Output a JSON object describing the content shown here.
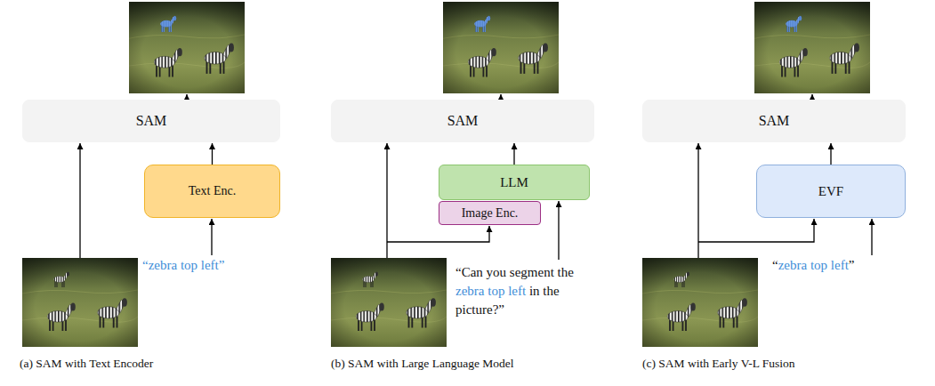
{
  "diagram": {
    "nodes": [
      {
        "text": [
          "SAM"
        ]
      },
      {
        "text": [
          "Text Enc."
        ]
      },
      {
        "text": [
          "SAM"
        ]
      },
      {
        "text": [
          "LLM"
        ]
      },
      {
        "text": [
          "Image Enc."
        ]
      },
      {
        "text": [
          "SAM"
        ]
      },
      {
        "text": [
          "EVF"
        ]
      }
    ],
    "edges": [
      {
        "from": 1,
        "to": 0,
        "arrow": "to"
      },
      {
        "from": 3,
        "to": 2,
        "arrow": "to"
      },
      {
        "from": 6,
        "to": 5,
        "arrow": "to"
      }
    ],
    "labels": [
      "“zebra top left”",
      "“Can you segment the zebra top left in the picture?”",
      "“zebra top left”",
      "(a) SAM with Text Encoder",
      "(b) SAM with Large Language Model",
      "(c) SAM with Early V-L Fusion"
    ]
  }
}
